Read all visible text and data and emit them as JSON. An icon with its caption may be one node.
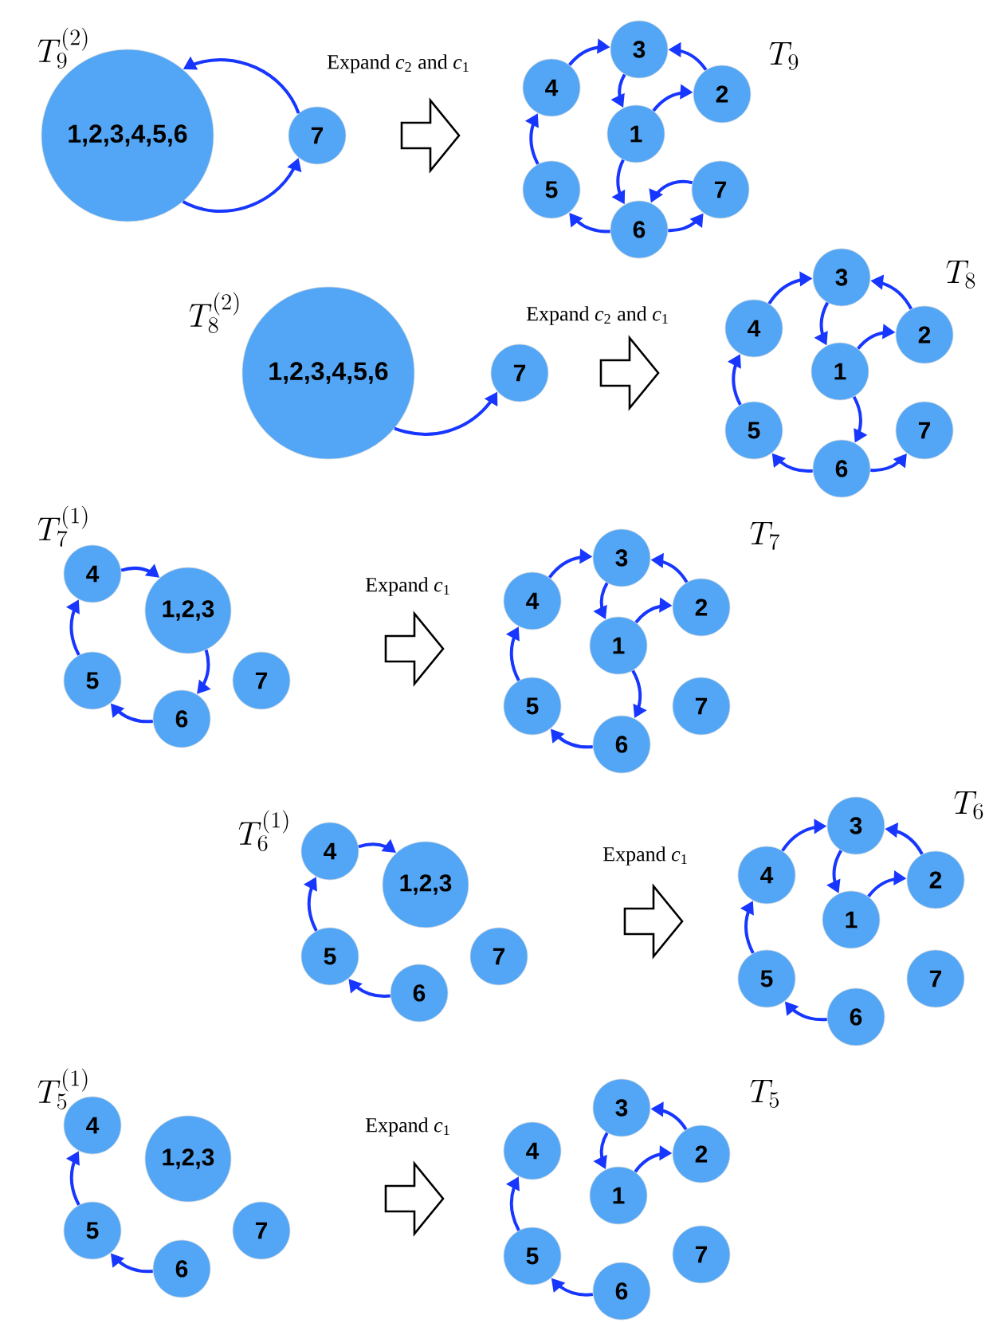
{
  "diagram": {
    "nodes": [
      {
        "text": [
          "1,2,3,4,5,6"
        ]
      },
      {
        "text": [
          "7"
        ]
      },
      {
        "text": [
          "3"
        ]
      },
      {
        "text": [
          "4"
        ]
      },
      {
        "text": [
          "2"
        ]
      },
      {
        "text": [
          "1"
        ]
      },
      {
        "text": [
          "5"
        ]
      },
      {
        "text": [
          "7"
        ]
      },
      {
        "text": [
          "6"
        ]
      },
      {
        "text": [
          "1,2,3,4,5,6"
        ]
      },
      {
        "text": [
          "7"
        ]
      },
      {
        "text": [
          "3"
        ]
      },
      {
        "text": [
          "4"
        ]
      },
      {
        "text": [
          "2"
        ]
      },
      {
        "text": [
          "1"
        ]
      },
      {
        "text": [
          "5"
        ]
      },
      {
        "text": [
          "7"
        ]
      },
      {
        "text": [
          "6"
        ]
      },
      {
        "text": [
          "4"
        ]
      },
      {
        "text": [
          "1,2,3"
        ]
      },
      {
        "text": [
          "5"
        ]
      },
      {
        "text": [
          "7"
        ]
      },
      {
        "text": [
          "6"
        ]
      },
      {
        "text": [
          "3"
        ]
      },
      {
        "text": [
          "4"
        ]
      },
      {
        "text": [
          "2"
        ]
      },
      {
        "text": [
          "1"
        ]
      },
      {
        "text": [
          "5"
        ]
      },
      {
        "text": [
          "7"
        ]
      },
      {
        "text": [
          "6"
        ]
      },
      {
        "text": [
          "4"
        ]
      },
      {
        "text": [
          "1,2,3"
        ]
      },
      {
        "text": [
          "5"
        ]
      },
      {
        "text": [
          "7"
        ]
      },
      {
        "text": [
          "6"
        ]
      },
      {
        "text": [
          "3"
        ]
      },
      {
        "text": [
          "4"
        ]
      },
      {
        "text": [
          "2"
        ]
      },
      {
        "text": [
          "1"
        ]
      },
      {
        "text": [
          "5"
        ]
      },
      {
        "text": [
          "7"
        ]
      },
      {
        "text": [
          "6"
        ]
      },
      {
        "text": [
          "4"
        ]
      },
      {
        "text": [
          "1,2,3"
        ]
      },
      {
        "text": [
          "5"
        ]
      },
      {
        "text": [
          "7"
        ]
      },
      {
        "text": [
          "6"
        ]
      },
      {
        "text": [
          "3"
        ]
      },
      {
        "text": [
          "4"
        ]
      },
      {
        "text": [
          "2"
        ]
      },
      {
        "text": [
          "1"
        ]
      },
      {
        "text": [
          "5"
        ]
      },
      {
        "text": [
          "7"
        ]
      },
      {
        "text": [
          "6"
        ]
      }
    ],
    "edges": [
      {
        "from": 1,
        "to": 0,
        "arrow": "to"
      },
      {
        "from": 0,
        "to": 1,
        "arrow": "to"
      },
      {
        "from": 3,
        "to": 2,
        "arrow": "to"
      },
      {
        "from": 4,
        "to": 2,
        "arrow": "to"
      },
      {
        "from": 2,
        "to": 5,
        "arrow": "to"
      },
      {
        "from": 5,
        "to": 4,
        "arrow": "to"
      },
      {
        "from": 5,
        "to": 8,
        "arrow": "to"
      },
      {
        "from": 8,
        "to": 6,
        "arrow": "to"
      },
      {
        "from": 6,
        "to": 3,
        "arrow": "to"
      },
      {
        "from": 7,
        "to": 8,
        "arrow": "to"
      },
      {
        "from": 8,
        "to": 7,
        "arrow": "to"
      },
      {
        "from": 9,
        "to": 10,
        "arrow": "to"
      },
      {
        "from": 12,
        "to": 11,
        "arrow": "to"
      },
      {
        "from": 13,
        "to": 11,
        "arrow": "to"
      },
      {
        "from": 11,
        "to": 14,
        "arrow": "to"
      },
      {
        "from": 14,
        "to": 13,
        "arrow": "to"
      },
      {
        "from": 14,
        "to": 17,
        "arrow": "to"
      },
      {
        "from": 17,
        "to": 15,
        "arrow": "to"
      },
      {
        "from": 15,
        "to": 12,
        "arrow": "to"
      },
      {
        "from": 17,
        "to": 16,
        "arrow": "to"
      },
      {
        "from": 18,
        "to": 19,
        "arrow": "to"
      },
      {
        "from": 19,
        "to": 22,
        "arrow": "to"
      },
      {
        "from": 22,
        "to": 20,
        "arrow": "to"
      },
      {
        "from": 20,
        "to": 18,
        "arrow": "to"
      },
      {
        "from": 24,
        "to": 23,
        "arrow": "to"
      },
      {
        "from": 25,
        "to": 23,
        "arrow": "to"
      },
      {
        "from": 23,
        "to": 26,
        "arrow": "to"
      },
      {
        "from": 26,
        "to": 25,
        "arrow": "to"
      },
      {
        "from": 26,
        "to": 29,
        "arrow": "to"
      },
      {
        "from": 29,
        "to": 27,
        "arrow": "to"
      },
      {
        "from": 27,
        "to": 24,
        "arrow": "to"
      },
      {
        "from": 30,
        "to": 31,
        "arrow": "to"
      },
      {
        "from": 34,
        "to": 32,
        "arrow": "to"
      },
      {
        "from": 32,
        "to": 30,
        "arrow": "to"
      },
      {
        "from": 36,
        "to": 35,
        "arrow": "to"
      },
      {
        "from": 37,
        "to": 35,
        "arrow": "to"
      },
      {
        "from": 35,
        "to": 38,
        "arrow": "to"
      },
      {
        "from": 38,
        "to": 37,
        "arrow": "to"
      },
      {
        "from": 41,
        "to": 39,
        "arrow": "to"
      },
      {
        "from": 39,
        "to": 36,
        "arrow": "to"
      },
      {
        "from": 46,
        "to": 44,
        "arrow": "to"
      },
      {
        "from": 44,
        "to": 42,
        "arrow": "to"
      },
      {
        "from": 49,
        "to": 47,
        "arrow": "to"
      },
      {
        "from": 47,
        "to": 50,
        "arrow": "to"
      },
      {
        "from": 50,
        "to": 49,
        "arrow": "to"
      },
      {
        "from": 53,
        "to": 51,
        "arrow": "to"
      },
      {
        "from": 51,
        "to": 48,
        "arrow": "to"
      }
    ],
    "labels": [
      "T_9^{(2)}",
      "Expand *c*$_{2}$ and *c*$_{1}$",
      "T_9",
      "T_8^{(2)}",
      "Expand *c*$_{2}$ and *c*$_{1}$",
      "T_8",
      "T_7^{(1)}",
      "Expand *c*$_{1}$",
      "T_7",
      "T_6^{(1)}",
      "Expand *c*$_{1}$",
      "T_6",
      "T_5^{(1)}",
      "Expand *c*$_{1}$",
      "T_5"
    ]
  }
}
